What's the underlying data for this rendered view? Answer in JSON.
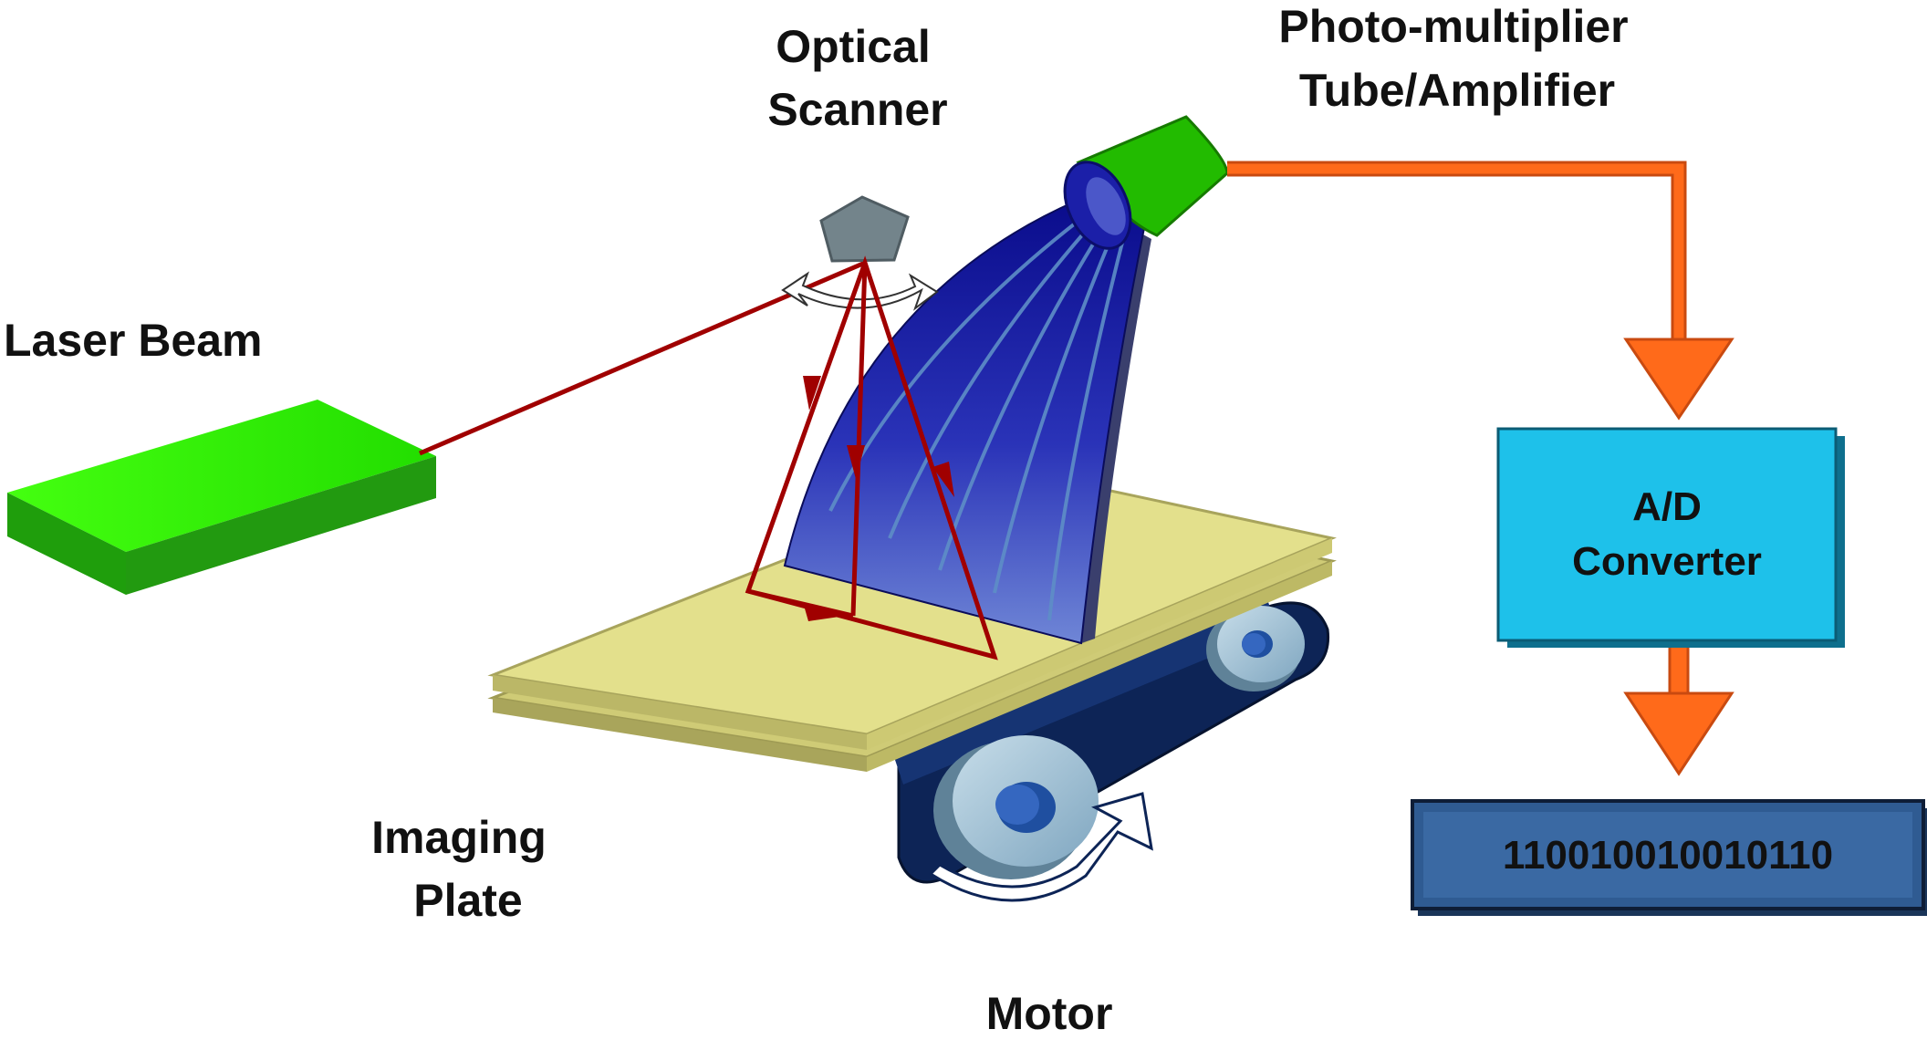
{
  "labels": {
    "optical_scanner_line1": "Optical",
    "optical_scanner_line2": "Scanner",
    "pmt_line1": "Photo-multiplier",
    "pmt_line2": "Tube/Amplifier",
    "laser_beam": "Laser Beam",
    "imaging_plate_line1": "Imaging",
    "imaging_plate_line2": "Plate",
    "motor": "Motor"
  },
  "converter": {
    "line1": "A/D",
    "line2": "Converter"
  },
  "output": {
    "binary": "110010010010110"
  },
  "colors": {
    "laser_beam": "#a00000",
    "laser_box": "#33ee00",
    "pmt": "#22bb00",
    "signal_arrow": "#ff6a1a",
    "converter": "#1ec1ea",
    "output_box": "#2f5b92",
    "plate": "#e3e08c",
    "light_guide": "#1a1ea0",
    "belt": "#0d2456",
    "roller": "#9cc0d6"
  }
}
